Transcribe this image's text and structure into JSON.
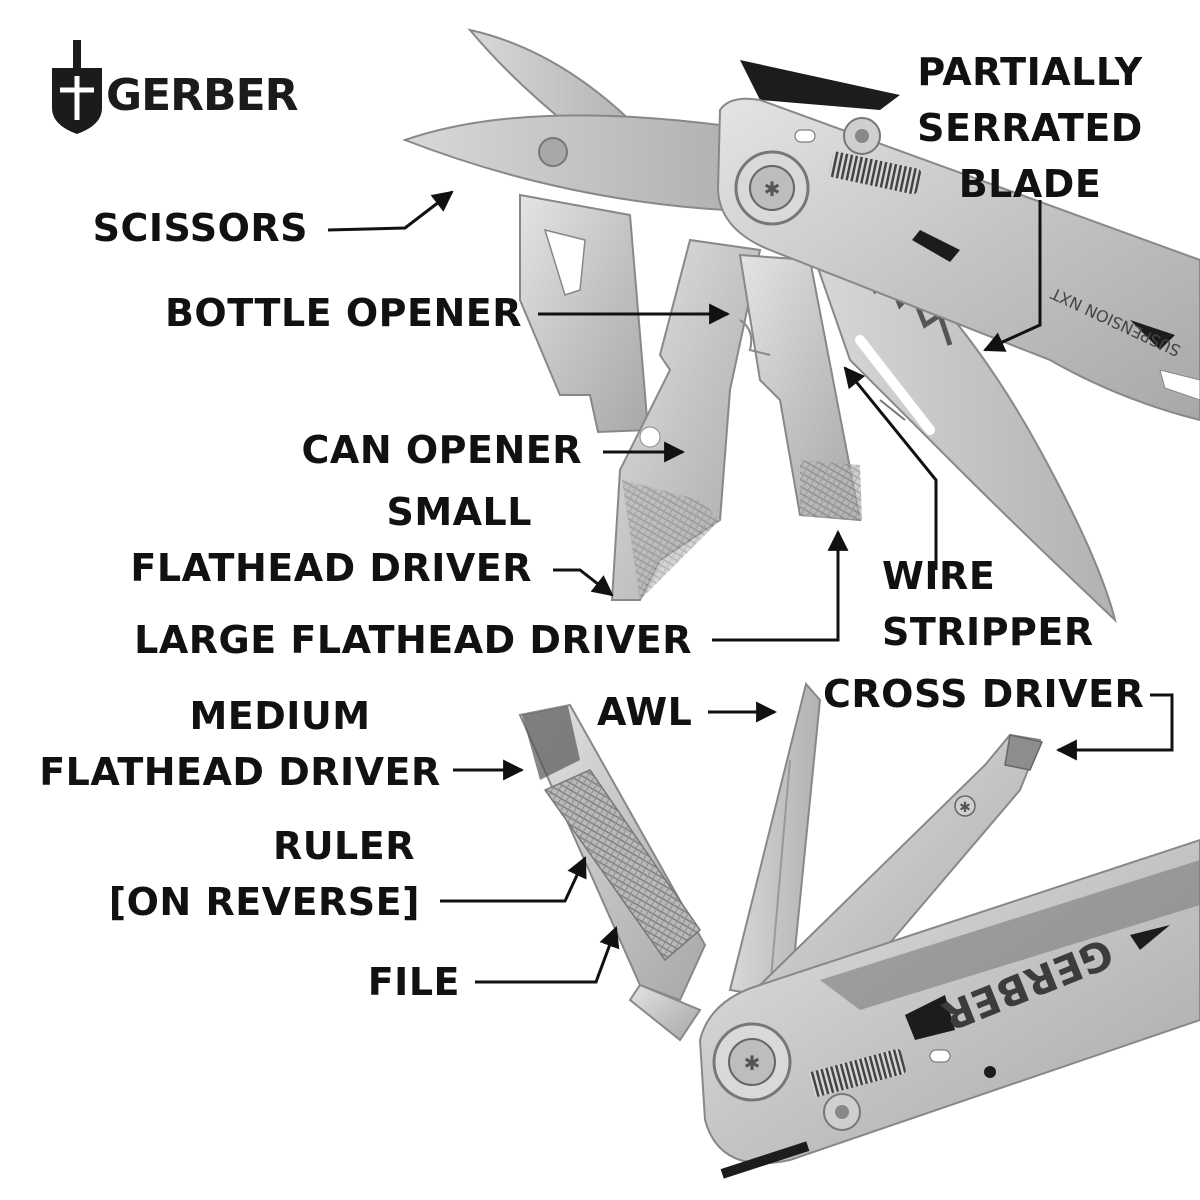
{
  "logo": {
    "wordmark": "GERBER"
  },
  "labels": {
    "scissors": "SCISSORS",
    "partially_serrated_blade": [
      "PARTIALLY",
      "SERRATED",
      "BLADE"
    ],
    "bottle_opener": "BOTTLE OPENER",
    "can_opener": "CAN OPENER",
    "small_flathead_driver": [
      "SMALL",
      "FLATHEAD DRIVER"
    ],
    "large_flathead_driver": "LARGE FLATHEAD DRIVER",
    "wire_stripper": [
      "WIRE",
      "STRIPPER"
    ],
    "awl": "AWL",
    "cross_driver": "CROSS DRIVER",
    "medium_flathead_driver": [
      "MEDIUM",
      "FLATHEAD DRIVER"
    ],
    "ruler": [
      "RULER",
      "[ON REVERSE]"
    ],
    "file": "FILE"
  },
  "tool_engravings": {
    "blade_text": "SUSPENSION NXT",
    "handle_brand": "GERBER"
  },
  "colors": {
    "steel": "#c9c9c9",
    "steel_dark": "#9a9a9a",
    "ink": "#111111"
  }
}
